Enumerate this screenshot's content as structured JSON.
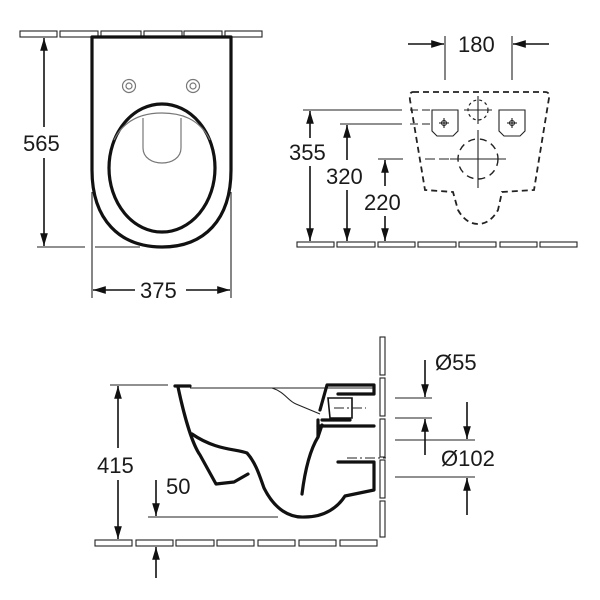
{
  "drawing": {
    "subject": "Wall-hung WC technical drawing",
    "top_view": {
      "width_dim": "375",
      "length_dim": "565"
    },
    "rear_view": {
      "bolt_spacing_dim": "180",
      "height_dims": [
        "355",
        "320",
        "220"
      ]
    },
    "side_view": {
      "rim_height_dim": "415",
      "offset_dim": "50",
      "inlet_diameter": "Ø55",
      "outlet_diameter": "Ø102"
    }
  }
}
